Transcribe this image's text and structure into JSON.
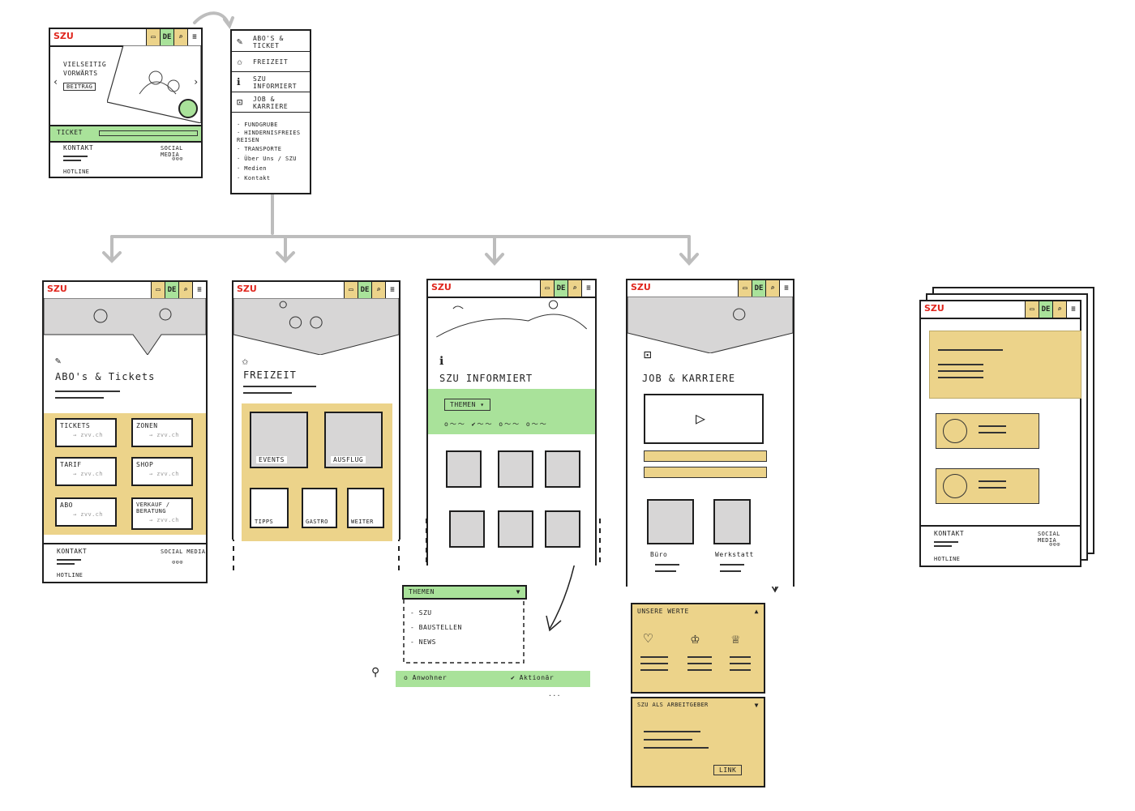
{
  "brand": {
    "logo": "SZU",
    "lang": "DE"
  },
  "home": {
    "headline": "VIELSEITIG VORWÄRTS",
    "cta": "BEITRAG",
    "ticket": "TICKET",
    "kontakt": "KONTAKT",
    "social": "SOCIAL MEDIA",
    "hotline": "HOTLINE"
  },
  "menu": {
    "main": [
      {
        "label": "ABO'S & TICKET",
        "icon": "ticket-icon"
      },
      {
        "label": "FREIZEIT",
        "icon": "star-icon"
      },
      {
        "label": "SZU INFORMIERT",
        "icon": "info-icon"
      },
      {
        "label": "JOB & KARRIERE",
        "icon": "briefcase-icon"
      }
    ],
    "sub": [
      "FUNDGRUBE",
      "HINDERNISFREIES REISEN",
      "TRANSPORTE",
      "Über Uns / SZU",
      "Medien",
      "Kontakt"
    ]
  },
  "abo": {
    "title": "ABO's & Tickets",
    "tiles": [
      {
        "label": "TICKETS",
        "link": "→ zvv.ch"
      },
      {
        "label": "ZONEN",
        "link": "→ zvv.ch"
      },
      {
        "label": "TARIF",
        "link": "→ zvv.ch"
      },
      {
        "label": "SHOP",
        "link": "→ zvv.ch"
      },
      {
        "label": "ABO",
        "link": "→ zvv.ch"
      },
      {
        "label": "VERKAUF / BERATUNG",
        "link": "→ zvv.ch"
      }
    ],
    "kontakt": "KONTAKT",
    "social": "SOCIAL MEDIA",
    "hotline": "HOTLINE"
  },
  "freizeit": {
    "title": "FREIZEIT",
    "big": [
      "EVENTS",
      "AUSFLUG"
    ],
    "small": [
      "TIPPS",
      "GASTRO",
      "WEITER"
    ]
  },
  "informiert": {
    "title": "SZU INFORMIERT",
    "filter": "THEMEN",
    "dropdown": {
      "label": "THEMEN",
      "items": [
        "SZU",
        "BAUSTELLEN",
        "NEWS"
      ]
    },
    "radios": [
      "Anwohner",
      "Aktionär"
    ],
    "more": "..."
  },
  "job": {
    "title": "JOB & KARRIERE",
    "people": [
      "Büro",
      "Werkstatt"
    ],
    "werte": {
      "title": "UNSERE WERTE"
    },
    "arbeitgeber": {
      "title": "SZU ALS ARBEITGEBER",
      "link": "LINK"
    }
  },
  "detail": {
    "kontakt": "KONTAKT",
    "social": "SOCIAL MEDIA",
    "hotline": "HOTLINE"
  },
  "colors": {
    "accent_green": "#a9e29a",
    "accent_yellow": "#ecd38a",
    "brand_red": "#e0261d",
    "connector_gray": "#bdbdbd"
  }
}
